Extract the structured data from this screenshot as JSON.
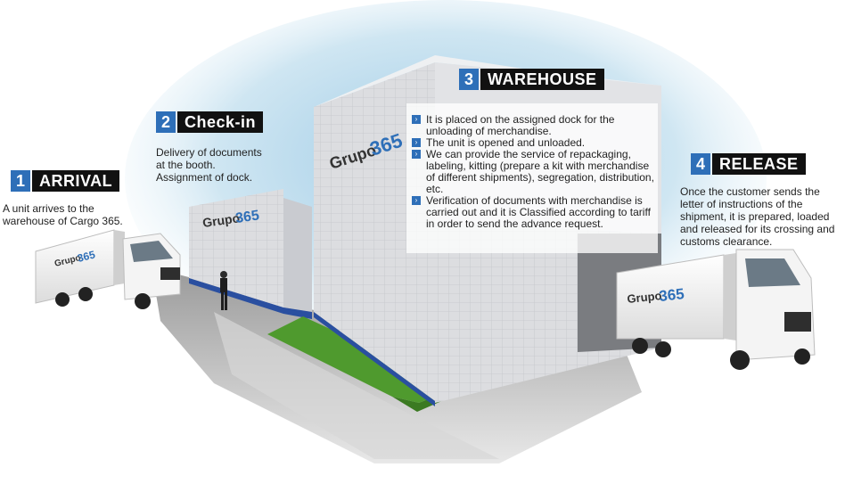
{
  "steps": [
    {
      "number": "1",
      "title": "ARRIVAL",
      "description": "A unit arrives to the warehouse of Cargo 365."
    },
    {
      "number": "2",
      "title": "Check-in",
      "description": "Delivery of documents at the booth. Assignment of dock."
    },
    {
      "number": "3",
      "title": "WAREHOUSE",
      "bullets": [
        "It is placed on the assigned dock for the unloading of merchandise.",
        "The unit is opened and unloaded.",
        "We can provide the service of repackaging, labeling, kitting (prepare a kit with merchandise of different shipments), segregation, distribution, etc.",
        "Verification of documents with merchandise is carried out and it is Classified according to tariff in order to send the advance request."
      ]
    },
    {
      "number": "4",
      "title": "RELEASE",
      "description": "Once the customer sends the letter of instructions of the shipment, it is prepared, loaded and released for its crossing and customs clearance."
    }
  ],
  "brand": {
    "word": "Grupo",
    "number": "365"
  },
  "colors": {
    "accent": "#2e6fb8",
    "label_bg": "#111111",
    "grass": "#4f9a2e",
    "sky": "#cfe6f2"
  }
}
